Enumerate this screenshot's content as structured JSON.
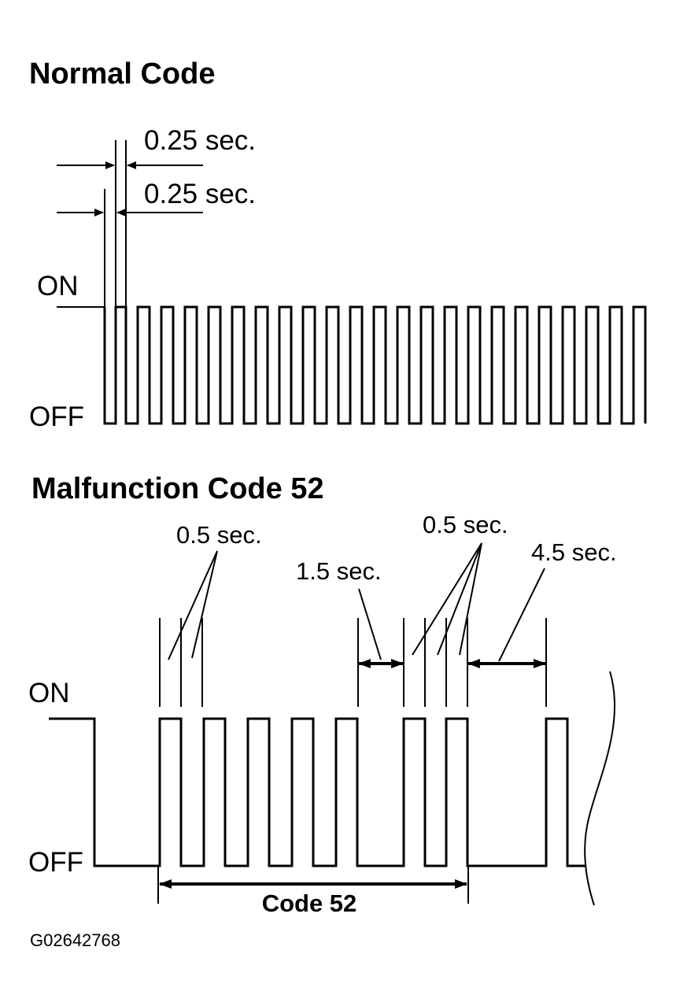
{
  "colors": {
    "background": "#ffffff",
    "ink": "#000000"
  },
  "normal": {
    "title": "Normal Code",
    "dim_top": "0.25 sec.",
    "dim_bottom": "0.25 sec.",
    "on_label": "ON",
    "off_label": "OFF"
  },
  "malfunction": {
    "title": "Malfunction Code 52",
    "dim_half_left": "0.5 sec.",
    "dim_half_right": "0.5 sec.",
    "dim_gap": "1.5 sec.",
    "dim_long": "4.5 sec.",
    "on_label": "ON",
    "off_label": "OFF",
    "code_label": "Code 52"
  },
  "figure_id": "G02642768"
}
